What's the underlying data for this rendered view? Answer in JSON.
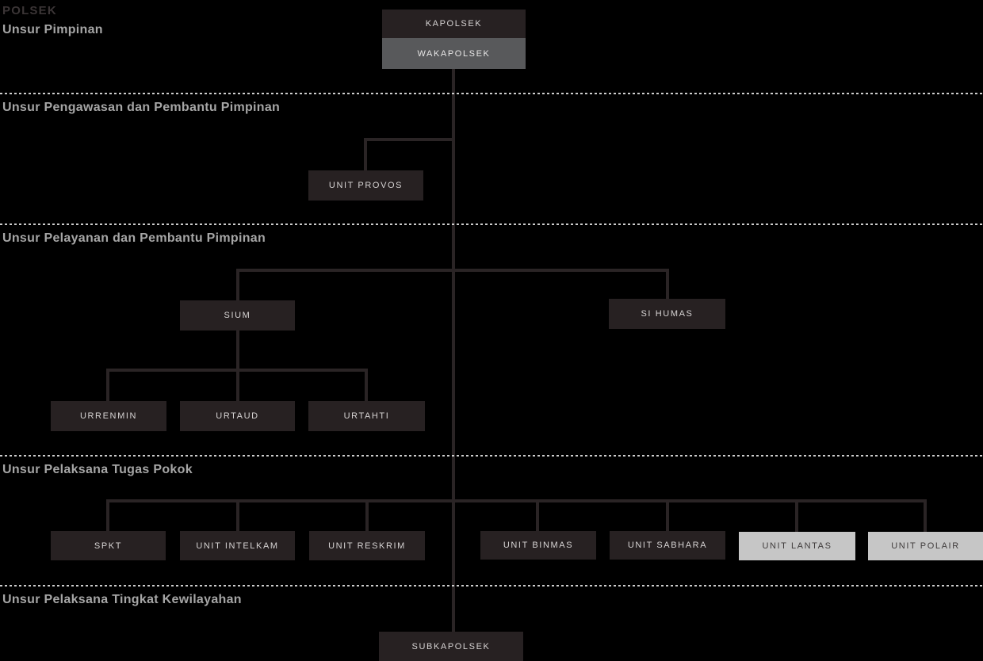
{
  "title": "POLSEK",
  "colors": {
    "background": "#000000",
    "node_dark": "#272122",
    "node_gray": "#58595b",
    "node_light": "#c6c6c6",
    "connector": "#2a2425",
    "divider": "#cdcdcd",
    "node_text_light": "#d6d3d3",
    "node_text_dark": "#403c3c",
    "section_label": "#a6a6a6",
    "title_text": "#3b3536"
  },
  "sections": {
    "pimpinan": {
      "label": "Unsur Pimpinan",
      "node_ids": [
        "kapolsek",
        "wakapolsek"
      ]
    },
    "pengawasan": {
      "label": "Unsur Pengawasan dan Pembantu Pimpinan",
      "node_ids": [
        "unit_provos"
      ]
    },
    "pelayanan": {
      "label": "Unsur Pelayanan dan Pembantu Pimpinan",
      "node_ids": [
        "sium",
        "si_humas",
        "urrenmin",
        "urtaud",
        "urtahti"
      ]
    },
    "pelaksana_pokok": {
      "label": "Unsur Pelaksana Tugas Pokok",
      "node_ids": [
        "spkt",
        "unit_intelkam",
        "unit_reskrim",
        "unit_binmas",
        "unit_sabhara",
        "unit_lantas",
        "unit_polair"
      ]
    },
    "kewilayahan": {
      "label": "Unsur Pelaksana Tingkat Kewilayahan",
      "node_ids": [
        "subkapolsek"
      ]
    }
  },
  "nodes": {
    "kapolsek": {
      "label": "KAPOLSEK",
      "variant": "dark"
    },
    "wakapolsek": {
      "label": "WAKAPOLSEK",
      "variant": "gray"
    },
    "unit_provos": {
      "label": "UNIT PROVOS",
      "variant": "dark"
    },
    "sium": {
      "label": "SIUM",
      "variant": "dark"
    },
    "si_humas": {
      "label": "SI HUMAS",
      "variant": "dark"
    },
    "urrenmin": {
      "label": "URRENMIN",
      "variant": "dark"
    },
    "urtaud": {
      "label": "URTAUD",
      "variant": "dark"
    },
    "urtahti": {
      "label": "URTAHTI",
      "variant": "dark"
    },
    "spkt": {
      "label": "SPKT",
      "variant": "dark"
    },
    "unit_intelkam": {
      "label": "UNIT INTELKAM",
      "variant": "dark"
    },
    "unit_reskrim": {
      "label": "UNIT RESKRIM",
      "variant": "dark"
    },
    "unit_binmas": {
      "label": "UNIT BINMAS",
      "variant": "dark"
    },
    "unit_sabhara": {
      "label": "UNIT SABHARA",
      "variant": "dark"
    },
    "unit_lantas": {
      "label": "UNIT LANTAS",
      "variant": "light"
    },
    "unit_polair": {
      "label": "UNIT POLAIR",
      "variant": "light"
    },
    "subkapolsek": {
      "label": "SUBKAPOLSEK",
      "variant": "dark"
    }
  },
  "hierarchy": {
    "edges": [
      [
        "kapolsek",
        "wakapolsek"
      ],
      [
        "wakapolsek",
        "unit_provos"
      ],
      [
        "wakapolsek",
        "sium"
      ],
      [
        "wakapolsek",
        "si_humas"
      ],
      [
        "sium",
        "urrenmin"
      ],
      [
        "sium",
        "urtaud"
      ],
      [
        "sium",
        "urtahti"
      ],
      [
        "wakapolsek",
        "spkt"
      ],
      [
        "wakapolsek",
        "unit_intelkam"
      ],
      [
        "wakapolsek",
        "unit_reskrim"
      ],
      [
        "wakapolsek",
        "unit_binmas"
      ],
      [
        "wakapolsek",
        "unit_sabhara"
      ],
      [
        "wakapolsek",
        "unit_lantas"
      ],
      [
        "wakapolsek",
        "unit_polair"
      ],
      [
        "wakapolsek",
        "subkapolsek"
      ]
    ]
  }
}
